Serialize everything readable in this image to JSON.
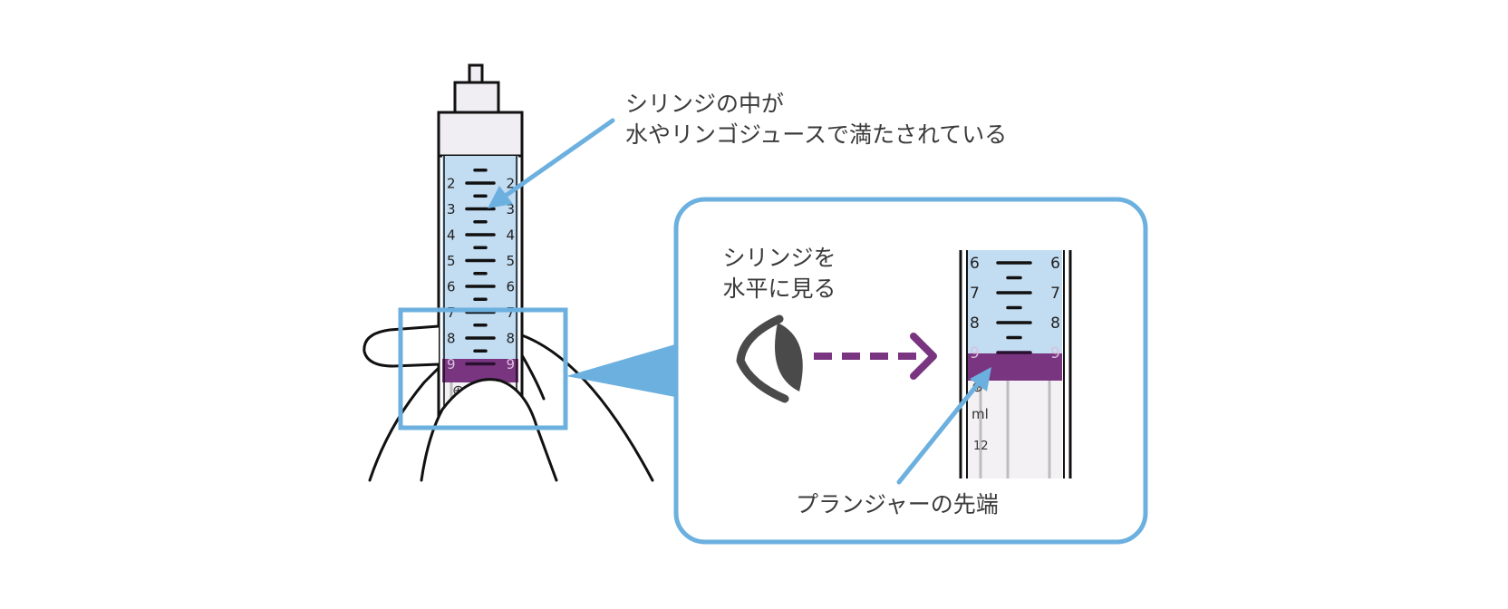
{
  "annotations": {
    "filled_line1": "シリンジの中が",
    "filled_line2": "水やリンゴジュースで満たされている",
    "view_line1": "シリンジを",
    "view_line2": "水平に見る",
    "plunger_tip": "プランジャーの先端"
  },
  "syringe_scale": {
    "marks": [
      "2",
      "3",
      "4",
      "5",
      "6",
      "7",
      "8",
      "9"
    ],
    "unit": "ml",
    "lower_mark": "12"
  },
  "zoom_scale": {
    "marks": [
      "6",
      "7",
      "8",
      "9"
    ],
    "unit": "ml",
    "lower_mark": "12"
  },
  "colors": {
    "liquid": "#c2dcf2",
    "plunger": "#7a3580",
    "accent_blue": "#6cb0df",
    "arrow_purple": "#7a3580",
    "outline": "#111111",
    "eye": "#4a4a4a",
    "cap": "#f0edf3"
  }
}
